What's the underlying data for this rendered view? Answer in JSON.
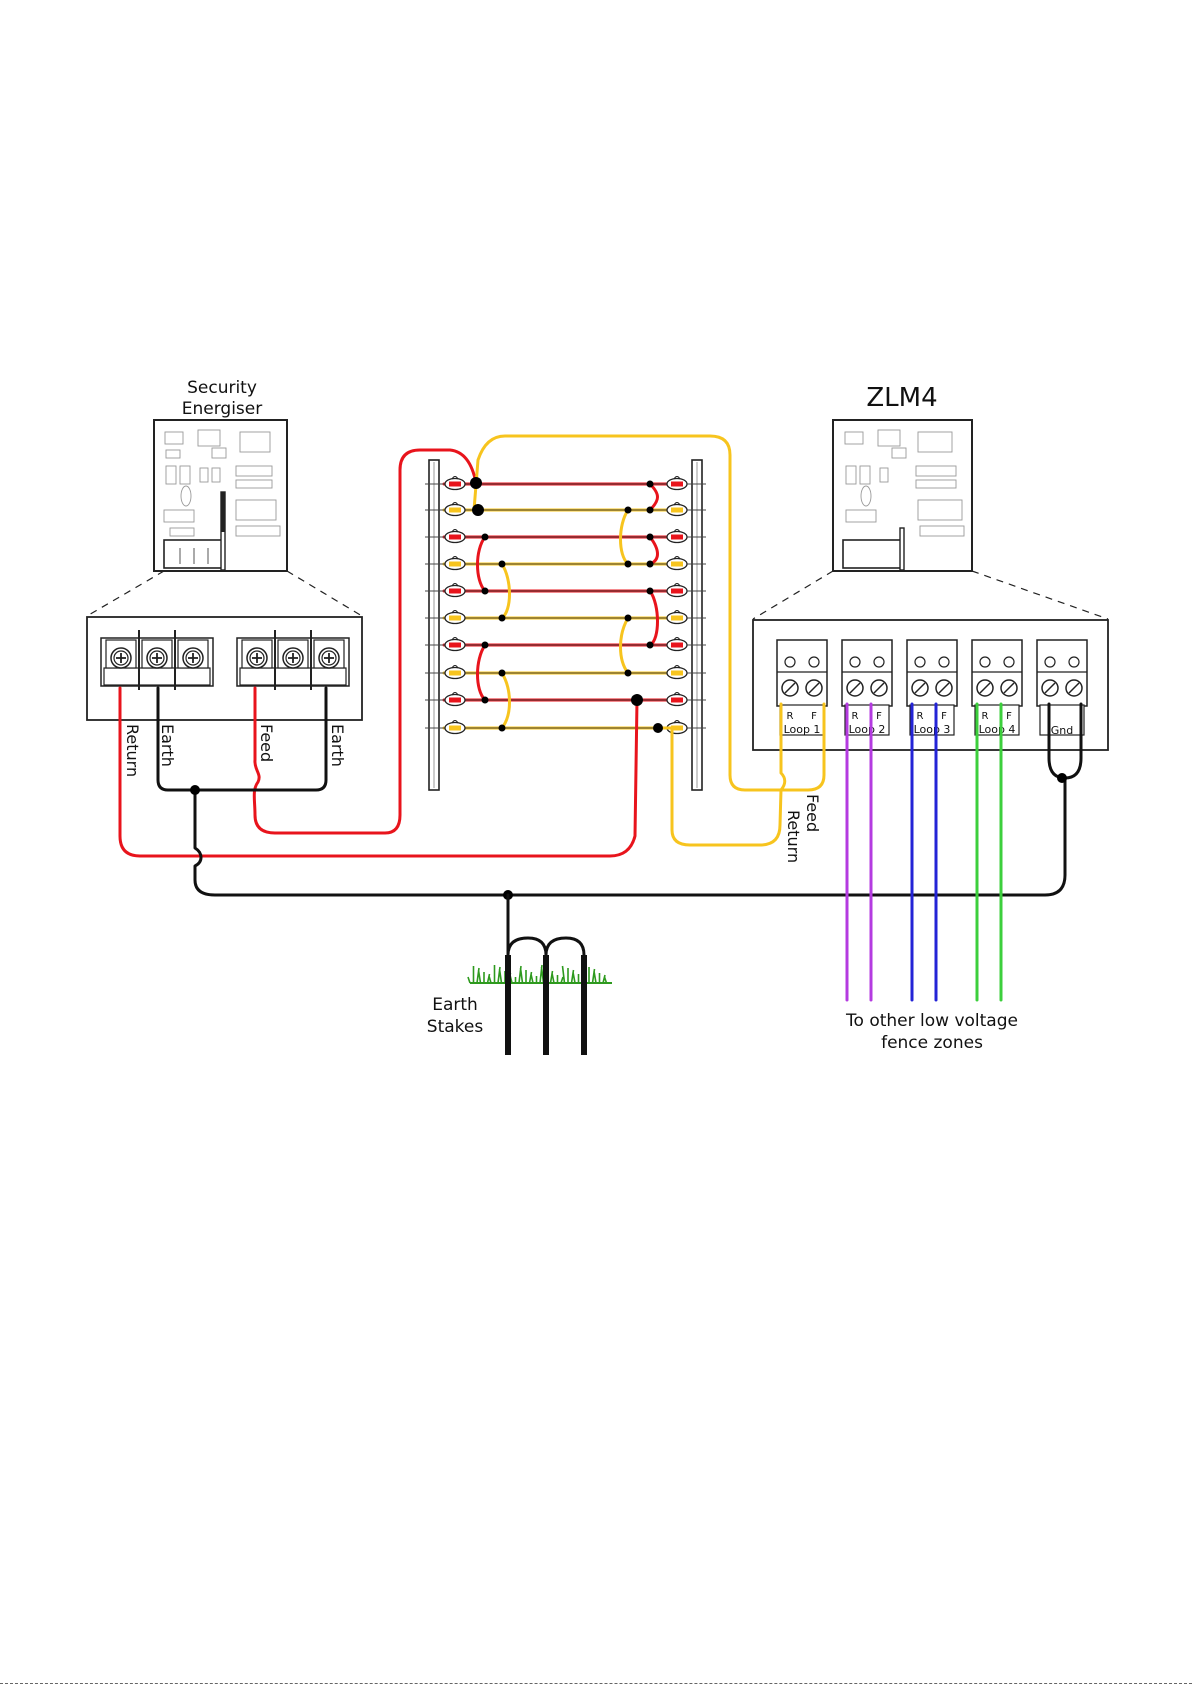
{
  "energiser": {
    "title_line1": "Security",
    "title_line2": "Energiser"
  },
  "zlm": {
    "title": "ZLM4",
    "loops": [
      {
        "label": "Loop 1",
        "r": "R",
        "f": "F"
      },
      {
        "label": "Loop 2",
        "r": "R",
        "f": "F"
      },
      {
        "label": "Loop 3",
        "r": "R",
        "f": "F"
      },
      {
        "label": "Loop 4",
        "r": "R",
        "f": "F"
      }
    ],
    "gnd": "Gnd"
  },
  "terminal_labels": {
    "return": "Return",
    "earth1": "Earth",
    "feed": "Feed",
    "earth2": "Earth"
  },
  "loop_wire_labels": {
    "feed": "Feed",
    "return": "Return"
  },
  "earth_stakes": {
    "line1": "Earth",
    "line2": "Stakes"
  },
  "other_zones": {
    "line1": "To other low voltage",
    "line2": "fence zones"
  },
  "colors": {
    "feed": "#e8141c",
    "return": "#f7c41e",
    "earth": "#111111",
    "loop2": "#b43be0",
    "loop3": "#2323d6",
    "loop4": "#3ccf3c",
    "grass": "#2e9a1e"
  }
}
